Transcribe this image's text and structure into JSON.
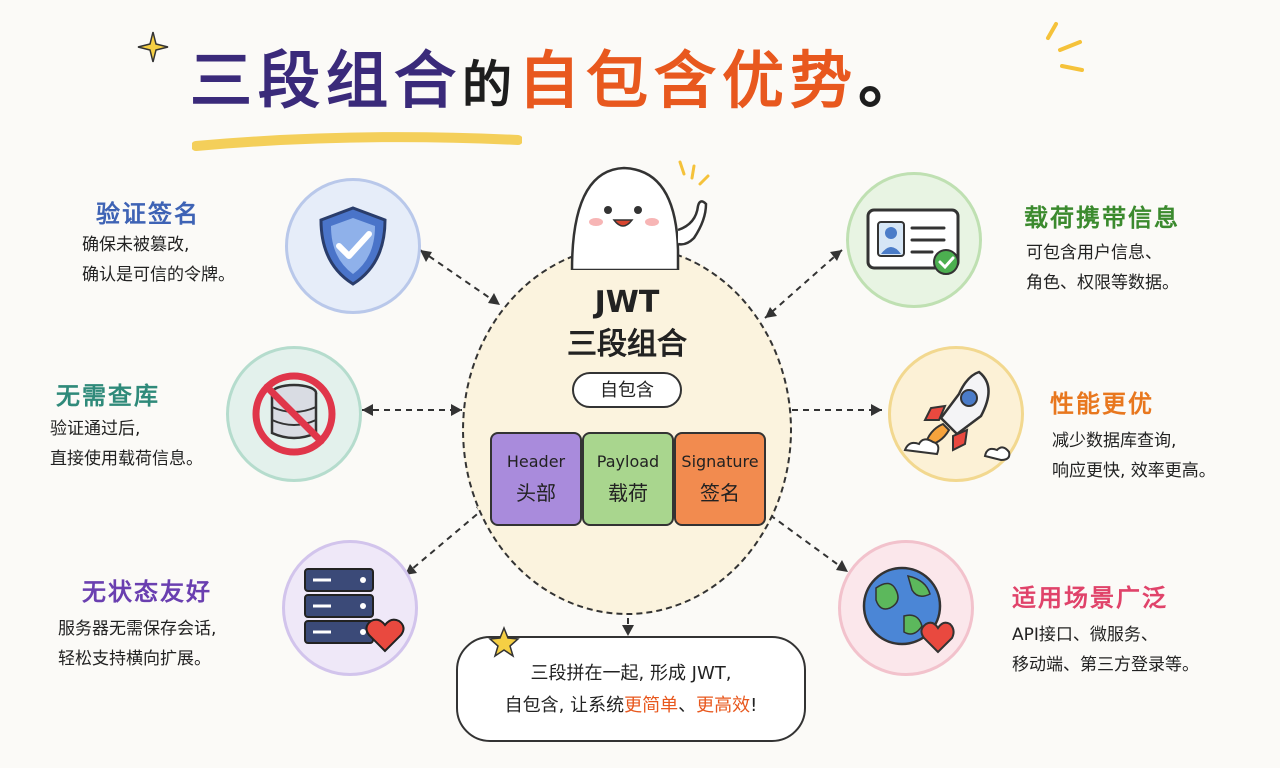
{
  "title": {
    "part1": "三段组合",
    "part2": "的",
    "part3": "自包含优势",
    "part4": "。"
  },
  "center": {
    "title_line1": "JWT",
    "title_line2": "三段组合",
    "bubble": "自包含",
    "pieces": [
      {
        "en": "Header",
        "zh": "头部",
        "color": "#a98bdc"
      },
      {
        "en": "Payload",
        "zh": "载荷",
        "color": "#a9d68e"
      },
      {
        "en": "Signature",
        "zh": "签名",
        "color": "#f28b4f"
      }
    ]
  },
  "features": {
    "verify": {
      "title": "验证签名",
      "line1": "确保未被篡改,",
      "line2": "确认是可信的令牌。",
      "color": "#3e63b5",
      "icon": "shield-check-icon"
    },
    "noquery": {
      "title": "无需查库",
      "line1": "验证通过后,",
      "line2": "直接使用载荷信息。",
      "color": "#2f8a7a",
      "icon": "database-blocked-icon"
    },
    "stateless": {
      "title": "无状态友好",
      "line1": "服务器无需保存会话,",
      "line2": "轻松支持横向扩展。",
      "color": "#6a3fb0",
      "icon": "server-heart-icon"
    },
    "carry": {
      "title": "载荷携带信息",
      "line1": "可包含用户信息、",
      "line2": "角色、权限等数据。",
      "color": "#3b8a2e",
      "icon": "id-card-icon"
    },
    "performance": {
      "title": "性能更优",
      "line1": "减少数据库查询,",
      "line2": "响应更快, 效率更高。",
      "color": "#e8771e",
      "icon": "rocket-icon"
    },
    "scenarios": {
      "title": "适用场景广泛",
      "line1": "API接口、微服务、",
      "line2": "移动端、第三方登录等。",
      "color": "#e0436a",
      "icon": "globe-heart-icon"
    }
  },
  "summary": {
    "line1": "三段拼在一起, 形成 JWT,",
    "line2_a": "自包含, 让系统",
    "line2_b": "更简单",
    "line2_c": "、",
    "line2_d": "更高效",
    "line2_e": "!"
  }
}
